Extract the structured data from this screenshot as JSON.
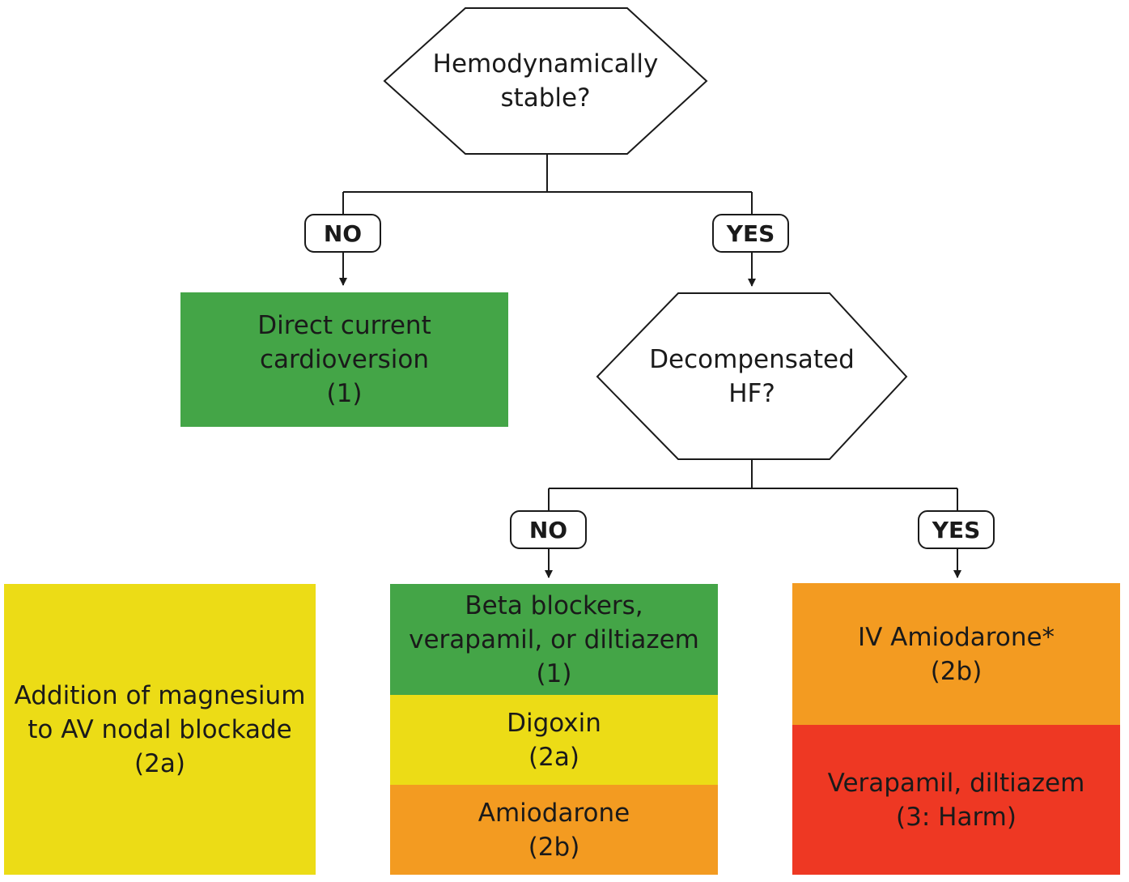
{
  "decision1": {
    "line1": "Hemodynamically",
    "line2": "stable?"
  },
  "decision2": {
    "line1": "Decompensated",
    "line2": "HF?"
  },
  "labels": {
    "no": "NO",
    "yes": "YES"
  },
  "boxes": {
    "cardioversion": {
      "lines": [
        "Direct current",
        "cardioversion",
        "(1)"
      ],
      "color": "#44a547"
    },
    "magnesium": {
      "lines": [
        "Addition of magnesium",
        "to AV nodal blockade",
        "(2a)"
      ],
      "color": "#ecdc16"
    },
    "beta_blockers": {
      "lines": [
        "Beta blockers,",
        "verapamil, or diltiazem",
        "(1)"
      ],
      "color": "#44a547"
    },
    "digoxin": {
      "lines": [
        "Digoxin",
        "(2a)"
      ],
      "color": "#ecdc16"
    },
    "amiodarone": {
      "lines": [
        "Amiodarone",
        "(2b)"
      ],
      "color": "#f39b21"
    },
    "iv_amiodarone": {
      "lines": [
        "IV Amiodarone*",
        "(2b)"
      ],
      "color": "#f39b21"
    },
    "verapamil_harm": {
      "lines": [
        "Verapamil, diltiazem",
        "(3: Harm)"
      ],
      "color": "#ee3823"
    }
  }
}
